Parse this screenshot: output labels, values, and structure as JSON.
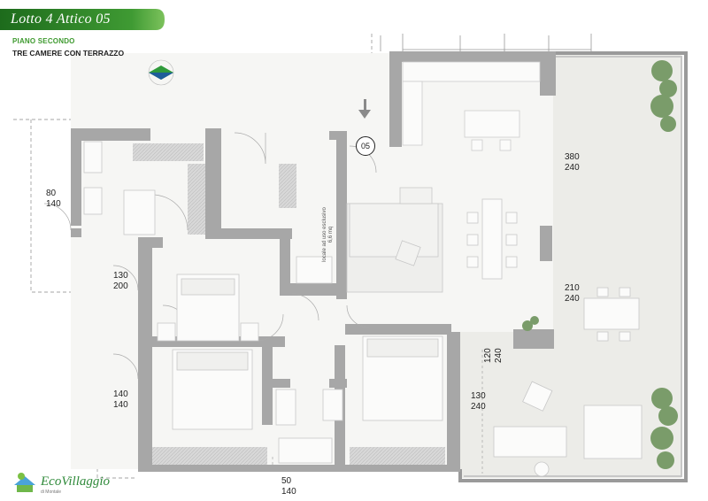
{
  "header": {
    "title": "Lotto 4 Attico 05",
    "floor": "PIANO SECONDO",
    "description": "TRE CAMERE CON  TERRAZZO"
  },
  "unit_number": "05",
  "room_note": "locale ad uso esclusivo 6,6 mq",
  "dimensions": [
    {
      "w": "80",
      "h": "140"
    },
    {
      "w": "130",
      "h": "200"
    },
    {
      "w": "140",
      "h": "140"
    },
    {
      "w": "50",
      "h": "140"
    },
    {
      "w": "380",
      "h": "240"
    },
    {
      "w": "210",
      "h": "240"
    },
    {
      "w": "120",
      "h": "240"
    },
    {
      "w": "130",
      "h": "240"
    }
  ],
  "logo": {
    "name": "EcoVillaggio",
    "subtitle": "di Montale"
  },
  "colors": {
    "banner_green": "#3a8c2c",
    "wall_gray": "#a7a7a7",
    "terrace_fill": "#ecece8",
    "floor_fill": "#f6f6f4"
  }
}
